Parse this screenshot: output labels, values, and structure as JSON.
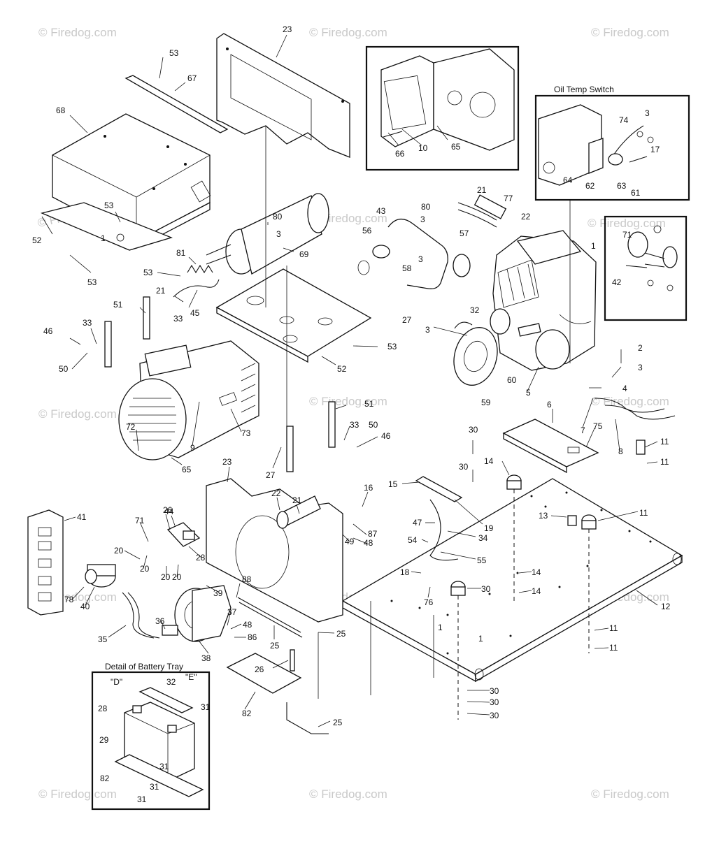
{
  "watermark": "© Firedog.com",
  "detail_titles": {
    "oil_temp_switch": "Oil Temp Switch",
    "battery_tray": "Detail of Battery Tray",
    "label_d": "\"D\"",
    "label_e": "\"E\""
  },
  "callouts": [
    {
      "id": "c23a",
      "text": "23"
    },
    {
      "id": "c53a",
      "text": "53"
    },
    {
      "id": "c67",
      "text": "67"
    },
    {
      "id": "c68",
      "text": "68"
    },
    {
      "id": "c53b",
      "text": "53"
    },
    {
      "id": "c52a",
      "text": "52"
    },
    {
      "id": "c53c",
      "text": "53"
    },
    {
      "id": "c53d",
      "text": "53"
    },
    {
      "id": "c80a",
      "text": "80"
    },
    {
      "id": "c3a",
      "text": "3"
    },
    {
      "id": "c81",
      "text": "81"
    },
    {
      "id": "c69",
      "text": "69"
    },
    {
      "id": "c21a",
      "text": "21"
    },
    {
      "id": "c33a",
      "text": "33"
    },
    {
      "id": "c45",
      "text": "45"
    },
    {
      "id": "c51a",
      "text": "51"
    },
    {
      "id": "c46a",
      "text": "46"
    },
    {
      "id": "c33b",
      "text": "33"
    },
    {
      "id": "c50a",
      "text": "50"
    },
    {
      "id": "c52b",
      "text": "52"
    },
    {
      "id": "c53e",
      "text": "53"
    },
    {
      "id": "c66",
      "text": "66"
    },
    {
      "id": "c10",
      "text": "10"
    },
    {
      "id": "c65a",
      "text": "65"
    },
    {
      "id": "c3b",
      "text": "3"
    },
    {
      "id": "c74",
      "text": "74"
    },
    {
      "id": "c17",
      "text": "17"
    },
    {
      "id": "c64",
      "text": "64"
    },
    {
      "id": "c62",
      "text": "62"
    },
    {
      "id": "c63",
      "text": "63"
    },
    {
      "id": "c61",
      "text": "61"
    },
    {
      "id": "c21b",
      "text": "21"
    },
    {
      "id": "c77",
      "text": "77"
    },
    {
      "id": "c22a",
      "text": "22"
    },
    {
      "id": "c43",
      "text": "43"
    },
    {
      "id": "c80b",
      "text": "80"
    },
    {
      "id": "c3c",
      "text": "3"
    },
    {
      "id": "c56",
      "text": "56"
    },
    {
      "id": "c57",
      "text": "57"
    },
    {
      "id": "c3d",
      "text": "3"
    },
    {
      "id": "c58",
      "text": "58"
    },
    {
      "id": "c1a",
      "text": "1"
    },
    {
      "id": "c71a",
      "text": "71"
    },
    {
      "id": "c42",
      "text": "42"
    },
    {
      "id": "c27a",
      "text": "27"
    },
    {
      "id": "c3e",
      "text": "3"
    },
    {
      "id": "c32a",
      "text": "32"
    },
    {
      "id": "c60",
      "text": "60"
    },
    {
      "id": "c59",
      "text": "59"
    },
    {
      "id": "c5",
      "text": "5"
    },
    {
      "id": "c2",
      "text": "2"
    },
    {
      "id": "c3f",
      "text": "3"
    },
    {
      "id": "c4",
      "text": "4"
    },
    {
      "id": "c7",
      "text": "7"
    },
    {
      "id": "c8",
      "text": "8"
    },
    {
      "id": "c6",
      "text": "6"
    },
    {
      "id": "c75",
      "text": "75"
    },
    {
      "id": "c11a",
      "text": "11"
    },
    {
      "id": "c11b",
      "text": "11"
    },
    {
      "id": "c72",
      "text": "72"
    },
    {
      "id": "c9",
      "text": "9"
    },
    {
      "id": "c73",
      "text": "73"
    },
    {
      "id": "c65b",
      "text": "65"
    },
    {
      "id": "c27b",
      "text": "27"
    },
    {
      "id": "c51b",
      "text": "51"
    },
    {
      "id": "c33c",
      "text": "33"
    },
    {
      "id": "c50b",
      "text": "50"
    },
    {
      "id": "c46b",
      "text": "46"
    },
    {
      "id": "c30a",
      "text": "30"
    },
    {
      "id": "c30b",
      "text": "30"
    },
    {
      "id": "c14a",
      "text": "14"
    },
    {
      "id": "c15",
      "text": "15"
    },
    {
      "id": "c19",
      "text": "19"
    },
    {
      "id": "c13",
      "text": "13"
    },
    {
      "id": "c11c",
      "text": "11"
    },
    {
      "id": "c47",
      "text": "47"
    },
    {
      "id": "c34",
      "text": "34"
    },
    {
      "id": "c54",
      "text": "54"
    },
    {
      "id": "c55",
      "text": "55"
    },
    {
      "id": "c18",
      "text": "18"
    },
    {
      "id": "c14b",
      "text": "14"
    },
    {
      "id": "c14c",
      "text": "14"
    },
    {
      "id": "c76",
      "text": "76"
    },
    {
      "id": "c30c",
      "text": "30"
    },
    {
      "id": "c12",
      "text": "12"
    },
    {
      "id": "c11d",
      "text": "11"
    },
    {
      "id": "c11e",
      "text": "11"
    },
    {
      "id": "c30d",
      "text": "30"
    },
    {
      "id": "c30e",
      "text": "30"
    },
    {
      "id": "c30f",
      "text": "30"
    },
    {
      "id": "c41",
      "text": "41"
    },
    {
      "id": "c23b",
      "text": "23"
    },
    {
      "id": "c22b",
      "text": "22"
    },
    {
      "id": "c21c",
      "text": "21"
    },
    {
      "id": "c16",
      "text": "16"
    },
    {
      "id": "c87",
      "text": "87"
    },
    {
      "id": "c49",
      "text": "49"
    },
    {
      "id": "c48a",
      "text": "48"
    },
    {
      "id": "c26a",
      "text": "26"
    },
    {
      "id": "c44",
      "text": "44"
    },
    {
      "id": "c71b",
      "text": "71"
    },
    {
      "id": "c28a",
      "text": "28"
    },
    {
      "id": "c20a",
      "text": "20"
    },
    {
      "id": "c20b",
      "text": "20"
    },
    {
      "id": "c20c",
      "text": "20"
    },
    {
      "id": "c20d",
      "text": "20"
    },
    {
      "id": "c39",
      "text": "39"
    },
    {
      "id": "c88",
      "text": "88"
    },
    {
      "id": "c78",
      "text": "78"
    },
    {
      "id": "c40",
      "text": "40"
    },
    {
      "id": "c37",
      "text": "37"
    },
    {
      "id": "c48b",
      "text": "48"
    },
    {
      "id": "c86",
      "text": "86"
    },
    {
      "id": "c25a",
      "text": "25"
    },
    {
      "id": "c25b",
      "text": "25"
    },
    {
      "id": "c36",
      "text": "36"
    },
    {
      "id": "c35",
      "text": "35"
    },
    {
      "id": "c38",
      "text": "38"
    },
    {
      "id": "c26b",
      "text": "26"
    },
    {
      "id": "c82a",
      "text": "82"
    },
    {
      "id": "c25c",
      "text": "25"
    },
    {
      "id": "c32b",
      "text": "32"
    },
    {
      "id": "c28b",
      "text": "28"
    },
    {
      "id": "c31a",
      "text": "31"
    },
    {
      "id": "c29",
      "text": "29"
    },
    {
      "id": "c31b",
      "text": "31"
    },
    {
      "id": "c82b",
      "text": "82"
    },
    {
      "id": "c31c",
      "text": "31"
    },
    {
      "id": "c31d",
      "text": "31"
    },
    {
      "id": "c1b",
      "text": "1"
    },
    {
      "id": "c1c",
      "text": "1"
    },
    {
      "id": "c1d",
      "text": "1"
    }
  ]
}
